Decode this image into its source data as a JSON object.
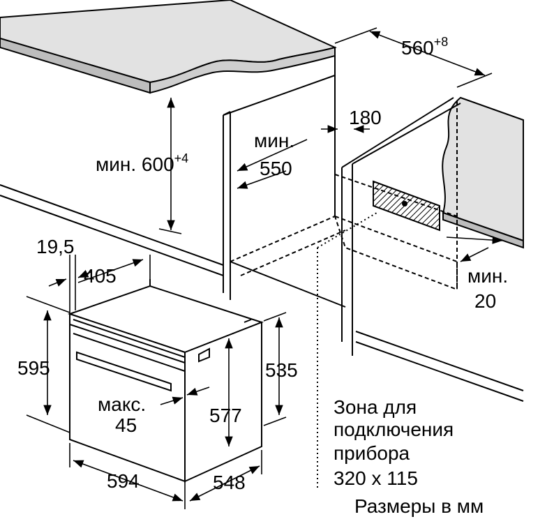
{
  "dimensions": {
    "cutout_width": {
      "value": "560",
      "tolerance": "+8"
    },
    "cutout_height": {
      "prefix": "мин.",
      "value": "600",
      "tolerance": "+4"
    },
    "min_depth": {
      "line1": "мин.",
      "line2": "550"
    },
    "gap_180": "180",
    "min_20": {
      "line1": "мин.",
      "line2": "20"
    },
    "front_19_5": "19,5",
    "depth_405": "405",
    "height_595": "595",
    "height_535": "535",
    "max_45": {
      "line1": "макс.",
      "line2": "45"
    },
    "height_577": "577",
    "width_594": "594",
    "depth_548": "548"
  },
  "connection_zone": {
    "line1": "Зона для",
    "line2": "подключения",
    "line3": "прибора",
    "line4": "320 x 115"
  },
  "units_note": "Размеры в мм"
}
